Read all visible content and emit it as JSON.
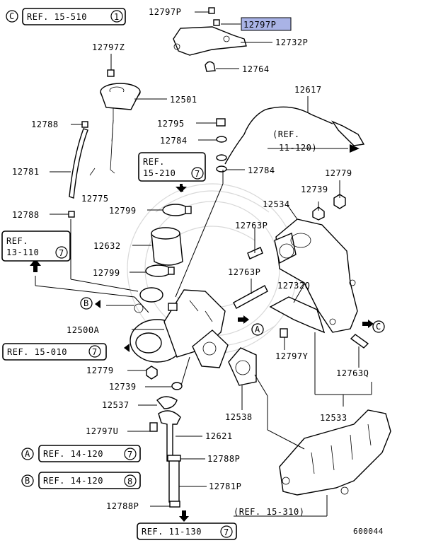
{
  "parts": {
    "p12797p_top": "12797P",
    "p12797p_hl": "12797P",
    "p12732p": "12732P",
    "p12764": "12764",
    "p12797z": "12797Z",
    "p12501": "12501",
    "p12617": "12617",
    "p12788_a": "12788",
    "p12795": "12795",
    "p12784_a": "12784",
    "p12784_b": "12784",
    "p12781": "12781",
    "p12775": "12775",
    "p12779_a": "12779",
    "p12739_a": "12739",
    "p12788_b": "12788",
    "p12799_a": "12799",
    "p12534": "12534",
    "p12763p_a": "12763P",
    "p12632": "12632",
    "p12799_b": "12799",
    "p12763p_b": "12763P",
    "p12732q": "12732Q",
    "p12500a": "12500A",
    "p12797y": "12797Y",
    "p12779_b": "12779",
    "p12763q": "12763Q",
    "p12739_b": "12739",
    "p12537": "12537",
    "p12538": "12538",
    "p12533": "12533",
    "p12797u": "12797U",
    "p12621": "12621",
    "p12788p_a": "12788P",
    "p12781p": "12781P",
    "p12788p_b": "12788P"
  },
  "refs": {
    "ref_15_510": {
      "prefix": "REF. 15-510",
      "num": "1"
    },
    "ref_15_210": {
      "line1": "REF.",
      "line2": "15-210",
      "num": "7"
    },
    "ref_13_110": {
      "line1": "REF.",
      "line2": "13-110",
      "num": "7"
    },
    "ref_15_010": {
      "prefix": "REF. 15-010",
      "num": "7"
    },
    "ref_14_120_a": {
      "prefix": "REF. 14-120",
      "num": "7"
    },
    "ref_14_120_b": {
      "prefix": "REF. 14-120",
      "num": "8"
    },
    "ref_11_130": {
      "prefix": "REF. 11-130",
      "num": "7"
    },
    "ref_11_120": {
      "line1": "(REF.",
      "line2": "11-120)"
    },
    "ref_15_310": "(REF. 15-310)"
  },
  "markers": {
    "a": "A",
    "b": "B",
    "c": "C"
  },
  "diagram_id": "600044",
  "colors": {
    "highlight": "#a9b3e6",
    "line": "#000000"
  }
}
